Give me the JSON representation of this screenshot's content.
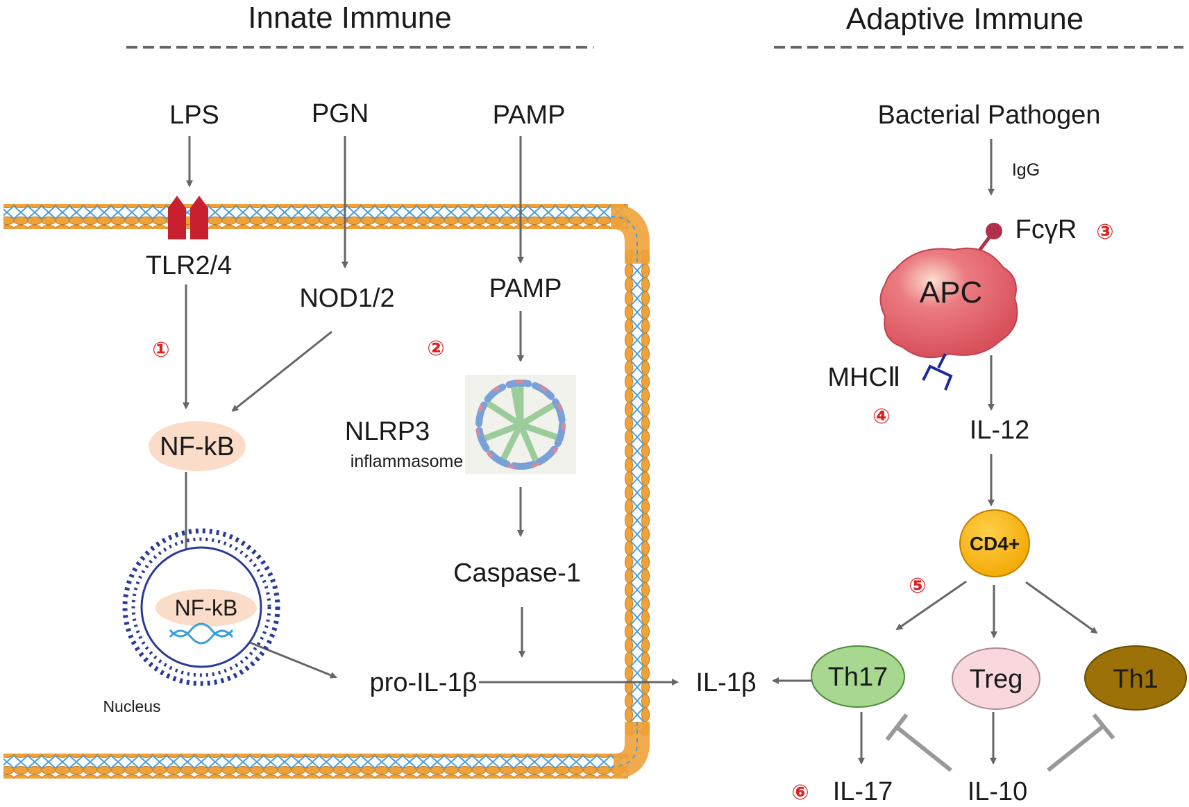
{
  "headers": {
    "innate": "Innate Immune",
    "adaptive": "Adaptive Immune"
  },
  "innate": {
    "lps": "LPS",
    "pgn": "PGN",
    "pamp_outside": "PAMP",
    "tlr": "TLR2/4",
    "nod": "NOD1/2",
    "pamp_inside": "PAMP",
    "nfkb": "NF-kB",
    "nfkb_nucleus": "NF-kB",
    "nucleus": "Nucleus",
    "nlrp3": "NLRP3",
    "inflammasome": "inflammasome",
    "caspase": "Caspase-1",
    "pro_il1b": "pro-IL-1β",
    "il1b": "IL-1β"
  },
  "adaptive": {
    "pathogen": "Bacterial Pathogen",
    "igg": "IgG",
    "fcgr": "FcγR",
    "apc": "APC",
    "mhc": "MHCⅡ",
    "il12": "IL-12",
    "cd4": "CD4+",
    "th17": "Th17",
    "treg": "Treg",
    "th1": "Th1",
    "il17": "IL-17",
    "il10": "IL-10"
  },
  "steps": [
    "①",
    "②",
    "③",
    "④",
    "⑤",
    "⑥"
  ],
  "colors": {
    "membrane_orange": "#f0a23a",
    "membrane_blue": "#4a9fd8",
    "tlr_red": "#c8202e",
    "nfkb_fill": "#fadcc8",
    "nucleus_blue": "#2a3a9a",
    "apc_red": "#e0606a",
    "cd4_fill": "#f7b500",
    "th17_fill": "#a8d890",
    "treg_fill": "#f8d8dc",
    "th1_fill": "#9c7208",
    "step_red": "#e02020",
    "arrow_gray": "#666666"
  }
}
